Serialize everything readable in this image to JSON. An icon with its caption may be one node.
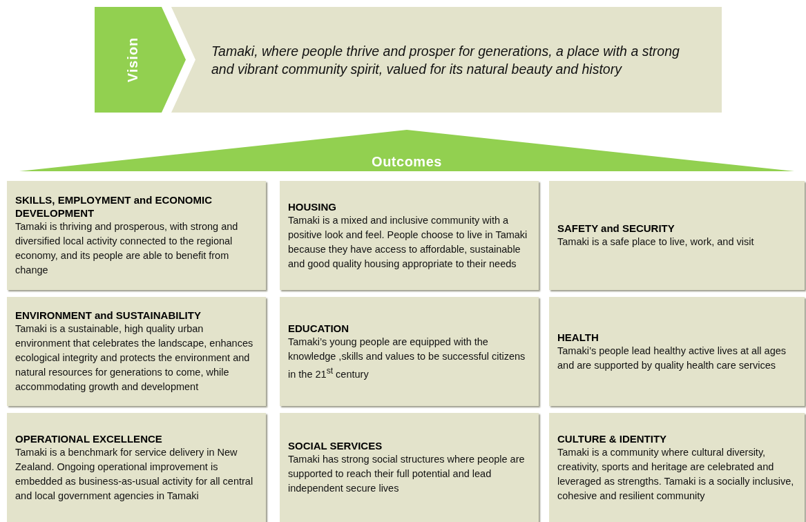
{
  "diagram": {
    "nodes": [
      {
        "text": [
          "Vision"
        ]
      },
      {
        "text": [
          "Tamaki, where people thrive and prosper for generations, a place with a strong and vibrant community spirit, valued for its natural beauty and history"
        ]
      },
      {
        "text": [
          "Outcomes"
        ]
      },
      {
        "text": [
          "SKILLS, EMPLOYMENT and ECONOMIC DEVELOPMENT",
          "Tamaki is thriving and prosperous, with strong and diversified local activity connected to the regional economy, and its people are able to benefit from change"
        ]
      },
      {
        "text": [
          "HOUSING",
          "Tamaki is a mixed and inclusive community with a positive look and feel. People choose to live in Tamaki because they have access to affordable, sustainable and good quality housing appropriate to their needs"
        ]
      },
      {
        "text": [
          "SAFETY and SECURITY",
          "Tamaki is a safe place to live, work, and visit"
        ]
      },
      {
        "text": [
          "ENVIRONMENT and SUSTAINABILITY",
          "Tamaki is a sustainable, high quality urban environment that celebrates the landscape, enhances ecological integrity and protects the environment and natural resources for generations to come, while accommodating growth and development"
        ]
      },
      {
        "text": [
          "EDUCATION",
          "Tamaki’s young people are equipped with the knowledge ,skills and values to be successful citizens in the 21$^{st}$ century"
        ]
      },
      {
        "text": [
          "HEALTH",
          "Tamaki’s people lead healthy active lives at all ages and are supported by quality health care services"
        ]
      },
      {
        "text": [
          "OPERATIONAL EXCELLENCE",
          "Tamaki is a benchmark for service delivery in New Zealand. Ongoing operational improvement is embedded as business-as-usual activity for all central and local government agencies in Tamaki"
        ]
      },
      {
        "text": [
          "SOCIAL SERVICES",
          "Tamaki has strong social structures where people are supported to reach their full potential and lead independent secure lives"
        ]
      },
      {
        "text": [
          "CULTURE & IDENTITY",
          "Tamaki is a community where cultural diversity, creativity, sports and heritage are celebrated and leveraged as strengths. Tamaki is a socially inclusive, cohesive and resilient community"
        ]
      }
    ]
  }
}
